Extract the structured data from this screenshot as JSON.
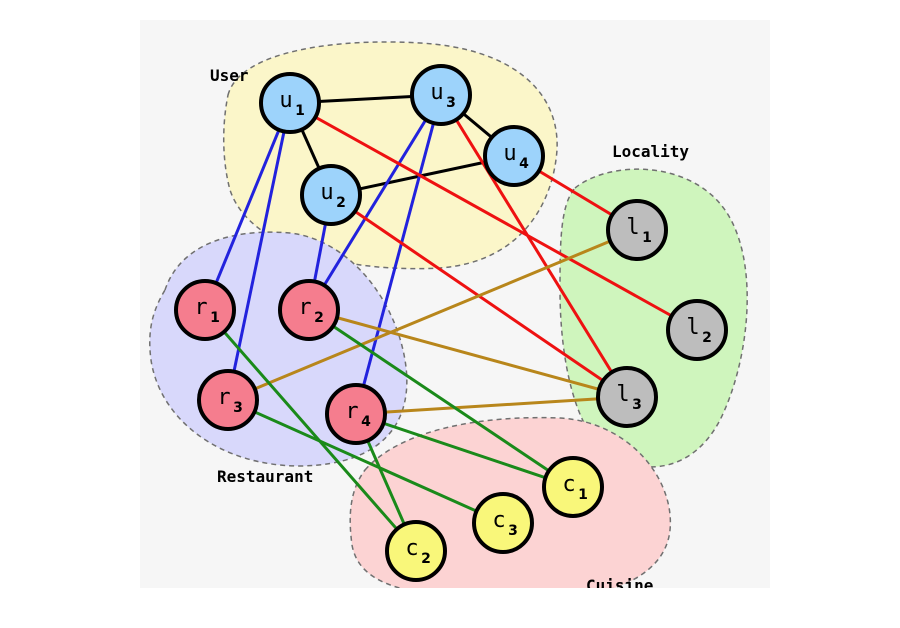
{
  "groups": {
    "user": {
      "label": "User",
      "fill": "#fbf6c9"
    },
    "restaurant": {
      "label": "Restaurant",
      "fill": "#d8d8fb"
    },
    "locality": {
      "label": "Locality",
      "fill": "#cff5bd"
    },
    "cuisine": {
      "label": "Cuisine",
      "fill": "#fcd3d3"
    }
  },
  "nodes": [
    {
      "id": "u1",
      "letter": "u",
      "sub": "1",
      "group": "user"
    },
    {
      "id": "u2",
      "letter": "u",
      "sub": "2",
      "group": "user"
    },
    {
      "id": "u3",
      "letter": "u",
      "sub": "3",
      "group": "user"
    },
    {
      "id": "u4",
      "letter": "u",
      "sub": "4",
      "group": "user"
    },
    {
      "id": "r1",
      "letter": "r",
      "sub": "1",
      "group": "restaurant"
    },
    {
      "id": "r2",
      "letter": "r",
      "sub": "2",
      "group": "restaurant"
    },
    {
      "id": "r3",
      "letter": "r",
      "sub": "3",
      "group": "restaurant"
    },
    {
      "id": "r4",
      "letter": "r",
      "sub": "4",
      "group": "restaurant"
    },
    {
      "id": "l1",
      "letter": "l",
      "sub": "1",
      "group": "locality"
    },
    {
      "id": "l2",
      "letter": "l",
      "sub": "2",
      "group": "locality"
    },
    {
      "id": "l3",
      "letter": "l",
      "sub": "3",
      "group": "locality"
    },
    {
      "id": "c1",
      "letter": "c",
      "sub": "1",
      "group": "cuisine"
    },
    {
      "id": "c2",
      "letter": "c",
      "sub": "2",
      "group": "cuisine"
    },
    {
      "id": "c3",
      "letter": "c",
      "sub": "3",
      "group": "cuisine"
    }
  ],
  "node_colors": {
    "user": "#9dd3fb",
    "restaurant": "#f57d8e",
    "locality": "#bdbdbd",
    "cuisine": "#f9f77a"
  },
  "edge_colors": {
    "user-user": "#000000",
    "user-restaurant": "#2222dd",
    "user-locality": "#ee1111",
    "restaurant-locality": "#b8861b",
    "restaurant-cuisine": "#1a8a1a"
  },
  "edges": [
    {
      "from": "u1",
      "to": "u3",
      "type": "user-user"
    },
    {
      "from": "u1",
      "to": "u2",
      "type": "user-user"
    },
    {
      "from": "u3",
      "to": "u4",
      "type": "user-user"
    },
    {
      "from": "u2",
      "to": "u4",
      "type": "user-user"
    },
    {
      "from": "u1",
      "to": "r1",
      "type": "user-restaurant"
    },
    {
      "from": "u1",
      "to": "r3",
      "type": "user-restaurant"
    },
    {
      "from": "u2",
      "to": "r2",
      "type": "user-restaurant"
    },
    {
      "from": "u3",
      "to": "r2",
      "type": "user-restaurant"
    },
    {
      "from": "u3",
      "to": "r4",
      "type": "user-restaurant"
    },
    {
      "from": "u1",
      "to": "l2",
      "type": "user-locality"
    },
    {
      "from": "u2",
      "to": "l3",
      "type": "user-locality"
    },
    {
      "from": "u3",
      "to": "l3",
      "type": "user-locality"
    },
    {
      "from": "u4",
      "to": "l1",
      "type": "user-locality"
    },
    {
      "from": "r3",
      "to": "l1",
      "type": "restaurant-locality"
    },
    {
      "from": "r2",
      "to": "l3",
      "type": "restaurant-locality"
    },
    {
      "from": "r4",
      "to": "l3",
      "type": "restaurant-locality"
    },
    {
      "from": "r1",
      "to": "c2",
      "type": "restaurant-cuisine"
    },
    {
      "from": "r2",
      "to": "c1",
      "type": "restaurant-cuisine"
    },
    {
      "from": "r3",
      "to": "c3",
      "type": "restaurant-cuisine"
    },
    {
      "from": "r4",
      "to": "c1",
      "type": "restaurant-cuisine"
    },
    {
      "from": "r4",
      "to": "c2",
      "type": "restaurant-cuisine"
    }
  ]
}
